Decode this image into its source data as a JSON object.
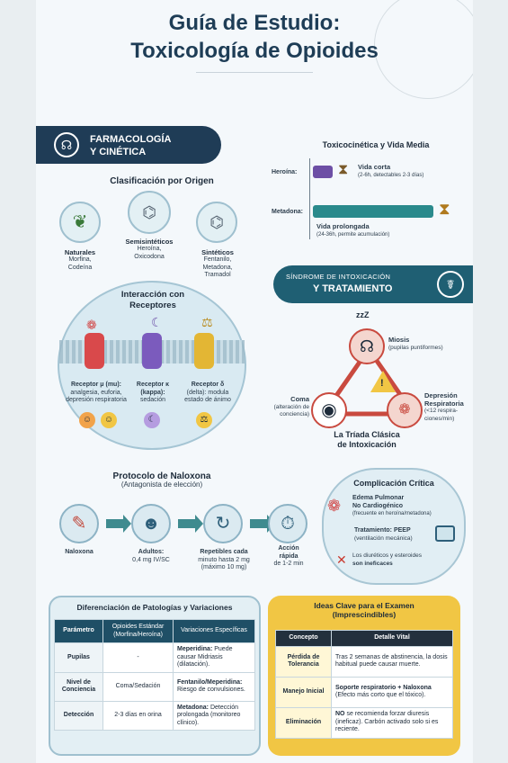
{
  "title": {
    "line1": "Guía de Estudio:",
    "line2": "Toxicología de Opioides"
  },
  "sections": {
    "pharma_line1": "FARMACOLOGÍA",
    "pharma_line2": "Y CINÉTICA",
    "synd_line1": "SÍNDROME DE INTOXICACIÓN",
    "synd_line2": "Y TRATAMIENTO"
  },
  "classification": {
    "title": "Clasificación por Origen",
    "naturales": {
      "name": "Naturales",
      "desc1": "Morfina,",
      "desc2": "Codeína"
    },
    "semi": {
      "name": "Semisintéticos",
      "desc1": "Heroína,",
      "desc2": "Oxicodona"
    },
    "sinteticos": {
      "name": "Sintéticos",
      "desc1": "Fentanilo,",
      "desc2": "Metadona,",
      "desc3": "Tramadol"
    }
  },
  "receptors": {
    "title1": "Interacción con",
    "title2": "Receptores",
    "mu": {
      "l1": "Receptor μ (mu):",
      "l2": "analgesia, euforia,",
      "l3": "depresión respiratoria"
    },
    "kappa": {
      "l1": "Receptor κ",
      "l2": "(kappa):",
      "l3": "sedación"
    },
    "delta": {
      "l1": "Receptor δ",
      "l2": "(delta): modula",
      "l3": "estado de ánimo"
    }
  },
  "kinetics": {
    "title": "Toxicocinética y Vida Media",
    "heroina": "Heroína:",
    "corta1": "Vida corta",
    "corta2": "(2-6h, detectables 2-3 días)",
    "metadona": "Metadona:",
    "larga1": "Vida prolongada",
    "larga2": "(24-36h, permite acumulación)"
  },
  "triad": {
    "miosis1": "Miosis",
    "miosis2": "(pupilas puntiformes)",
    "coma1": "Coma",
    "coma2": "(alteración de",
    "coma3": "conciencia)",
    "dep1": "Depresión",
    "dep2": "Respiratoria",
    "dep3": "(<12 respira-",
    "dep4": "ciones/min)",
    "title1": "La Tríada Clásica",
    "title2": "de Intoxicación"
  },
  "naloxona": {
    "title": "Protocolo de Naloxona",
    "subtitle": "(Antagonista de elección)",
    "s1": "Naloxona",
    "s2a": "Adultos:",
    "s2b": "0,4 mg IV/SC",
    "s3a": "Repetibles cada",
    "s3b": "minuto hasta 2 mg",
    "s3c": "(máximo 10 mg)",
    "s4a": "Acción",
    "s4b": "rápida",
    "s4c": "de 1-2 min"
  },
  "complication": {
    "title": "Complicación Crítica",
    "e1": "Edema Pulmonar",
    "e2": "No Cardiogénico",
    "e3": "(frecuente en heroína/metadona)",
    "t1": "Tratamiento: PEEP",
    "t2": "(ventilación mecánica)",
    "d1": "Los diuréticos y esteroides",
    "d2": "son ineficaces"
  },
  "diff": {
    "title": "Diferenciación de Patologías y Variaciones",
    "headers": [
      "Parámetro",
      "Opioides Estándar (Morfina/Heroína)",
      "Variaciones Específicas"
    ],
    "rows": [
      {
        "k": "Pupilas",
        "std": "-",
        "varb": "Meperidina:",
        "var": " Puede causar Midriasis (dilatación)."
      },
      {
        "k": "Nivel de Conciencia",
        "std": "Coma/Sedación",
        "varb": "Fentanilo/Meperidina:",
        "var": " Riesgo de convulsiones."
      },
      {
        "k": "Detección",
        "std": "2-3 días en orina",
        "varb": "Metadona:",
        "var": " Detección prolongada (monitoreo clínico)."
      }
    ]
  },
  "keys": {
    "title1": "Ideas Clave para el Examen",
    "title2": "(Imprescindibles)",
    "headers": [
      "Concepto",
      "Detalle Vital"
    ],
    "rows": [
      {
        "k": "Pérdida de Tolerancia",
        "b": "",
        "v": "Tras 2 semanas de abstinencia, la dosis habitual puede causar muerte."
      },
      {
        "k": "Manejo Inicial",
        "b": "Soporte respiratorio + Naloxona",
        "v": " (Efecto más corto que el tóxico)."
      },
      {
        "k": "Eliminación",
        "b": "NO",
        "v": " se recomienda forzar diuresis (ineficaz). Carbón activado solo si es reciente."
      }
    ]
  },
  "colors": {
    "navy": "#1f3c56",
    "teal": "#1f5f73",
    "accent": "#f1c644"
  }
}
